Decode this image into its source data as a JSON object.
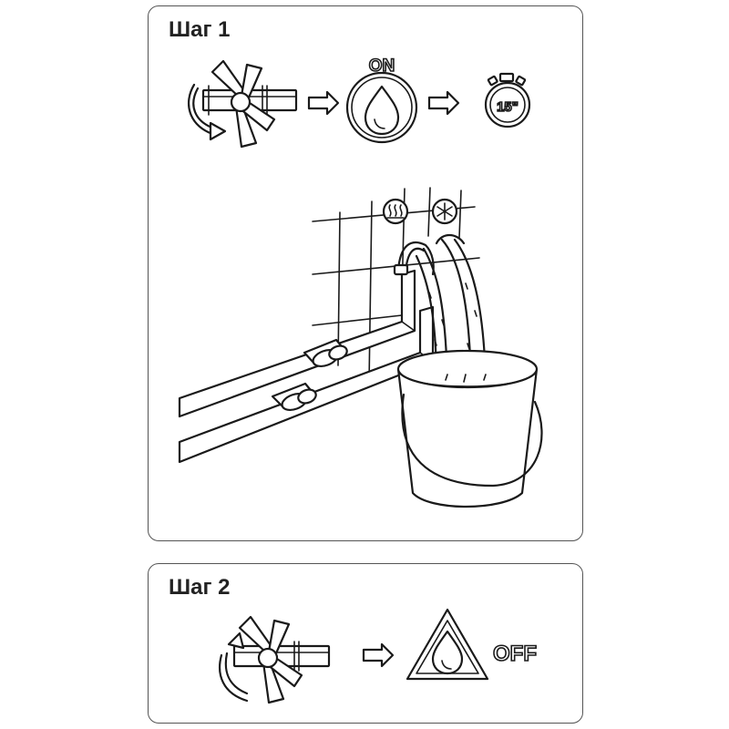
{
  "steps": [
    {
      "title": "Шаг 1",
      "on_label": "ON",
      "timer_label": "15\""
    },
    {
      "title": "Шаг 2",
      "off_label": "OFF"
    }
  ]
}
